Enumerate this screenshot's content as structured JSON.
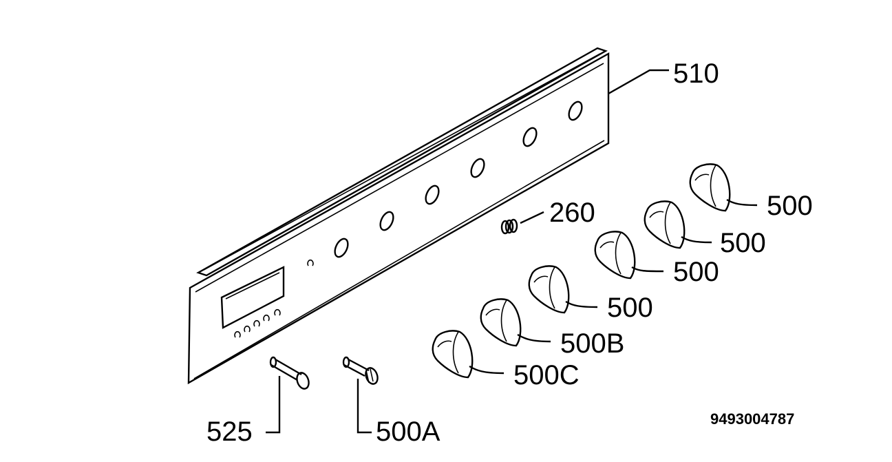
{
  "diagram": {
    "doc_number": "9493004787",
    "labels": {
      "panel": "510",
      "spring": "260",
      "knob_1": "500",
      "knob_2": "500",
      "knob_3": "500",
      "knob_4": "500",
      "knob_b": "500B",
      "knob_c": "500C",
      "screw": "525",
      "button": "500A"
    }
  }
}
